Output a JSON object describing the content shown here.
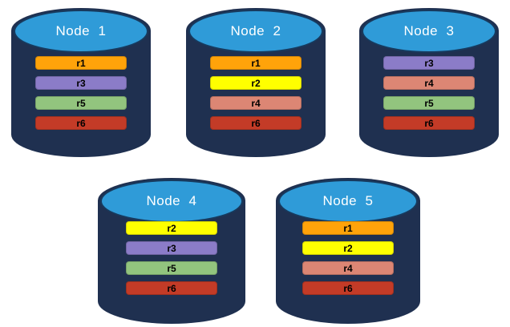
{
  "colors": {
    "body_navy": "#1F3050",
    "top_blue": "#2F9BD8",
    "top_outline": "#173A5E",
    "title_text": "#FFFFFF",
    "replica_palette": {
      "r1": "#FFA30A",
      "r2": "#FFFF00",
      "r3": "#8B7CC8",
      "r4": "#DC8674",
      "r5": "#92C47E",
      "r6": "#C33B27"
    }
  },
  "nodes": [
    {
      "title": "Node  1",
      "bars": [
        {
          "label": "r1",
          "color": "#FFA30A"
        },
        {
          "label": "r3",
          "color": "#8B7CC8"
        },
        {
          "label": "r5",
          "color": "#92C47E"
        },
        {
          "label": "r6",
          "color": "#C33B27"
        }
      ]
    },
    {
      "title": "Node  2",
      "bars": [
        {
          "label": "r1",
          "color": "#FFA30A"
        },
        {
          "label": "r2",
          "color": "#FFFF00"
        },
        {
          "label": "r4",
          "color": "#DC8674"
        },
        {
          "label": "r6",
          "color": "#C33B27"
        }
      ]
    },
    {
      "title": "Node  3",
      "bars": [
        {
          "label": "r3",
          "color": "#8B7CC8"
        },
        {
          "label": "r4",
          "color": "#DC8674"
        },
        {
          "label": "r5",
          "color": "#92C47E"
        },
        {
          "label": "r6",
          "color": "#C33B27"
        }
      ]
    },
    {
      "title": "Node  4",
      "bars": [
        {
          "label": "r2",
          "color": "#FFFF00"
        },
        {
          "label": "r3",
          "color": "#8B7CC8"
        },
        {
          "label": "r5",
          "color": "#92C47E"
        },
        {
          "label": "r6",
          "color": "#C33B27"
        }
      ]
    },
    {
      "title": "Node  5",
      "bars": [
        {
          "label": "r1",
          "color": "#FFA30A"
        },
        {
          "label": "r2",
          "color": "#FFFF00"
        },
        {
          "label": "r4",
          "color": "#DC8674"
        },
        {
          "label": "r6",
          "color": "#C33B27"
        }
      ]
    }
  ]
}
